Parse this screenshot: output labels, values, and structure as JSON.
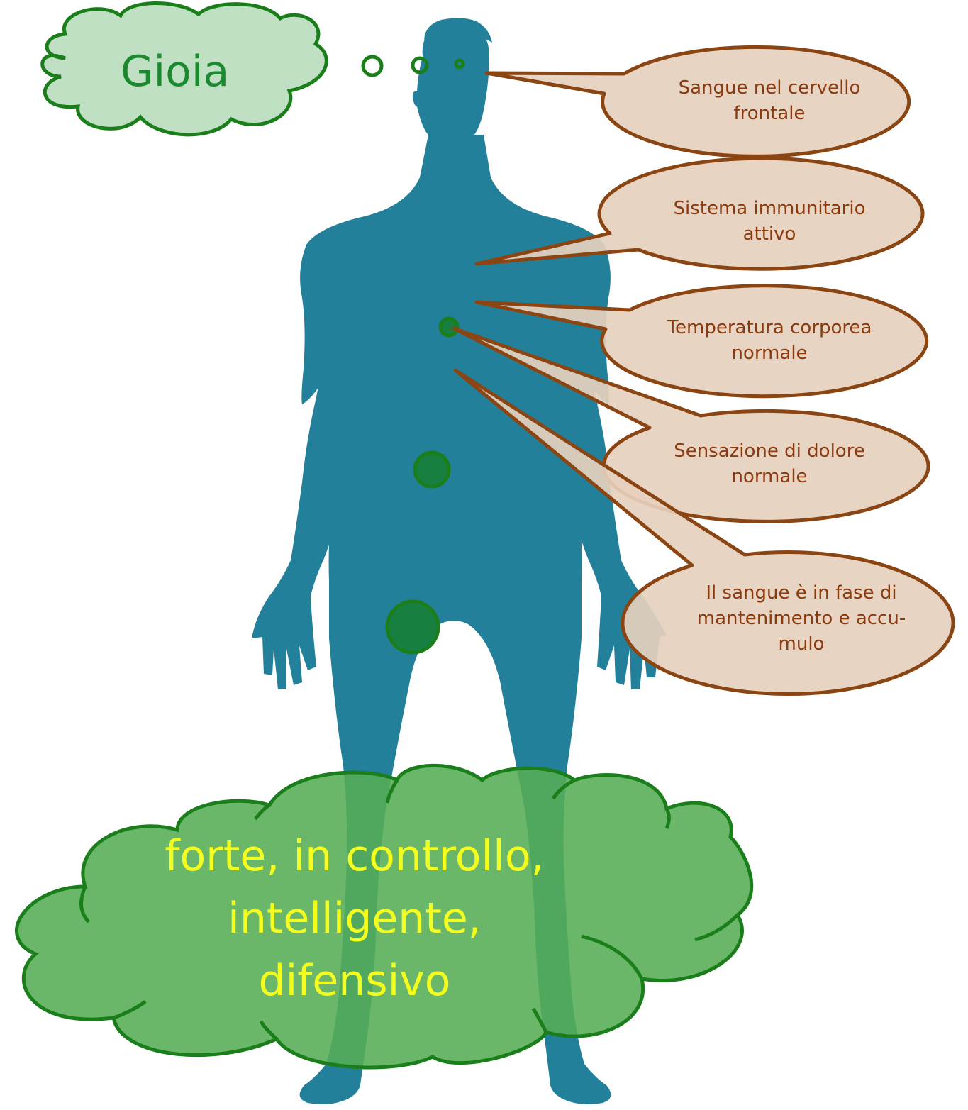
{
  "emotion": "Gioia",
  "callouts": [
    {
      "id": "brain",
      "lines": [
        "Sangue nel cervello",
        "frontale"
      ]
    },
    {
      "id": "immune",
      "lines": [
        "Sistema immunitario",
        "attivo"
      ]
    },
    {
      "id": "temperature",
      "lines": [
        "Temperatura corporea",
        "normale"
      ]
    },
    {
      "id": "pain",
      "lines": [
        "Sensazione di dolore",
        "normale"
      ]
    },
    {
      "id": "blood",
      "lines": [
        "Il sangue è in fase di",
        "mantenimento e accu-",
        "mulo"
      ]
    }
  ],
  "feeling_lines": [
    "forte, in controllo,",
    "intelligente,",
    "difensivo"
  ],
  "colors": {
    "silhouette": "#23809A",
    "callout_fill": "#E6D0BE",
    "callout_stroke": "#8B4513",
    "callout_text": "#8B3A0E",
    "thought_fill": "#BFE0C3",
    "cloud_fill": "#55AD55",
    "outline_green": "#1A7F1A",
    "feeling_text": "#F5FF1E"
  }
}
